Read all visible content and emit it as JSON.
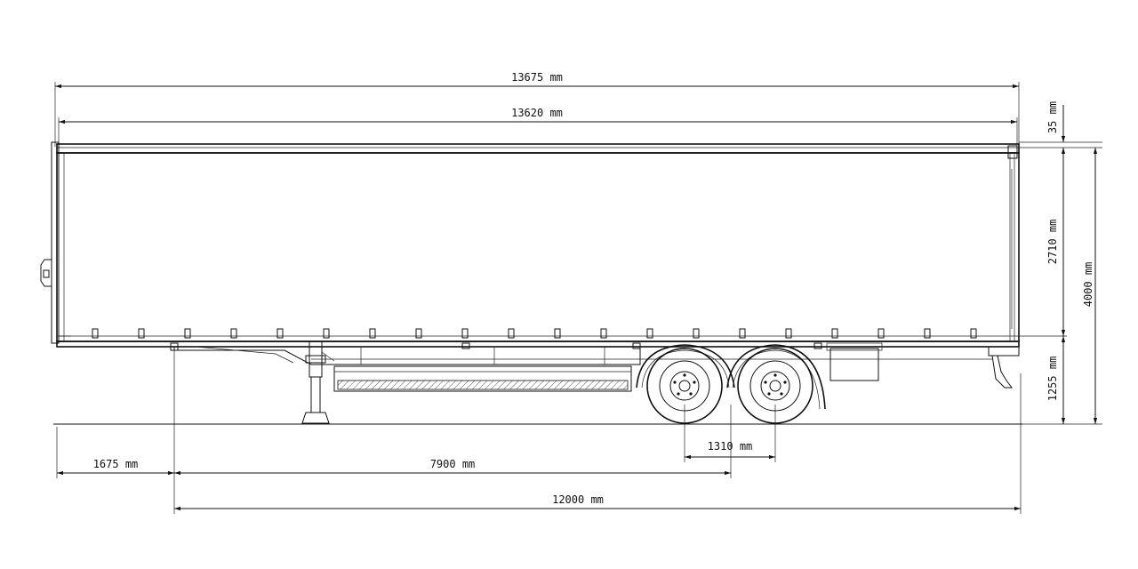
{
  "drawing": {
    "subject": "curtainsider semi-trailer side elevation",
    "line_color": "#111111",
    "background": "#ffffff"
  },
  "dimensions": {
    "overall_length": "13675 mm",
    "body_length": "13620 mm",
    "roof_height": "35 mm",
    "side_height": "2710 mm",
    "total_height": "4000 mm",
    "deck_height": "1255 mm",
    "front_overhang": "1675 mm",
    "kingpin_to_axle": "7900 mm",
    "axle_spacing": "1310 mm",
    "wheelbase_total": "12000 mm"
  }
}
